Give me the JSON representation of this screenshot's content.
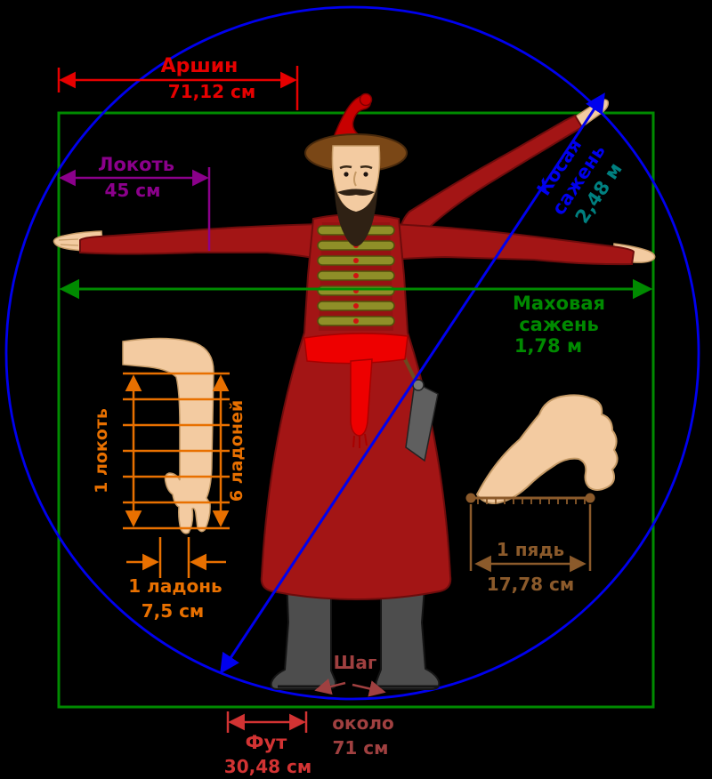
{
  "measures": {
    "arshin": {
      "name": "Аршин",
      "value": "71,12 см"
    },
    "lokot": {
      "name": "Локоть",
      "value": "45 см"
    },
    "kosaya": {
      "line1": "Косая",
      "line2": "сажень",
      "value": "2,48 м"
    },
    "makhovaya": {
      "line1": "Маховая",
      "line2": "сажень",
      "value": "1,78 м"
    },
    "lokot_diagram": {
      "side_label": "1 локоть",
      "palms_label": "6 ладоней"
    },
    "ladon": {
      "name": "1 ладонь",
      "value": "7,5 см"
    },
    "pyad": {
      "name": "1 пядь",
      "value": "17,78 см"
    },
    "shag": {
      "name": "Шаг",
      "approx": "около",
      "value": "71 см"
    },
    "fut": {
      "name": "Фут",
      "value": "30,48 см"
    }
  },
  "colors": {
    "arshin": "#e60000",
    "lokot": "#8b008b",
    "kosaya_line": "#0000ee",
    "kosaya_value": "#008080",
    "makhovaya": "#008a00",
    "square": "#008a00",
    "circle": "#0000ee",
    "ladon_orange": "#e87000",
    "pyad_brown": "#8b5a2b",
    "shag_darkred": "#a04040",
    "fut_red": "#d23333",
    "coat": "#a31515",
    "sash": "#ee0000",
    "skin": "#f3cba1",
    "background": "#000000"
  }
}
